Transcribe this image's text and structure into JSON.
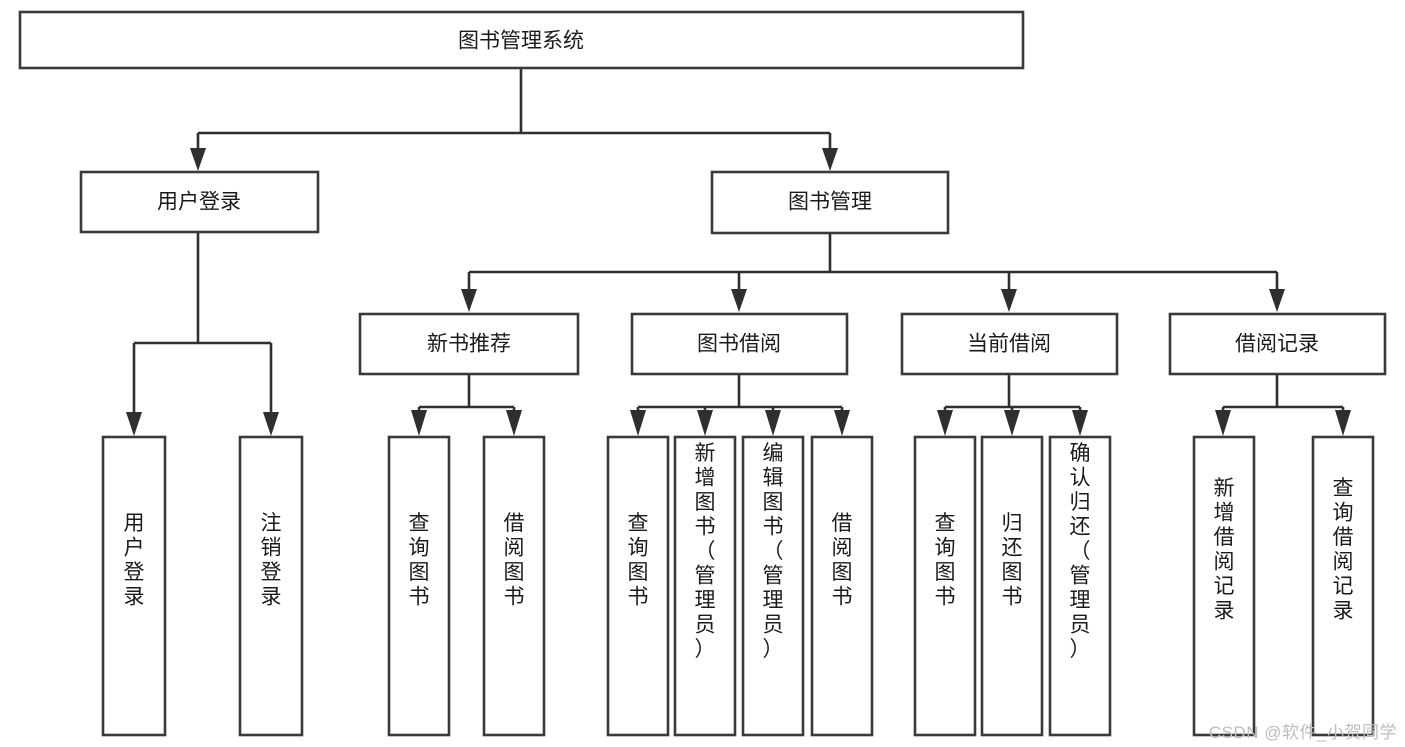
{
  "diagram": {
    "type": "hierarchy-tree",
    "title": "图书管理系统",
    "watermark": "CSDN @软件_小贺同学",
    "colors": {
      "background": "#ffffff",
      "box_stroke": "#3a3a3a",
      "connector": "#2f2f2f",
      "text": "#1b1b1b",
      "watermark": "#bdbdbd"
    },
    "levels": {
      "root": {
        "label": "图书管理系统"
      },
      "level1": [
        {
          "label": "用户登录"
        },
        {
          "label": "图书管理"
        }
      ],
      "level2": [
        {
          "label": "新书推荐",
          "parent": "图书管理"
        },
        {
          "label": "图书借阅",
          "parent": "图书管理"
        },
        {
          "label": "当前借阅",
          "parent": "图书管理"
        },
        {
          "label": "借阅记录",
          "parent": "图书管理"
        }
      ],
      "leaves": [
        {
          "label": "用户登录",
          "parent": "用户登录"
        },
        {
          "label": "注销登录",
          "parent": "用户登录"
        },
        {
          "label": "查询图书",
          "parent": "新书推荐"
        },
        {
          "label": "借阅图书",
          "parent": "新书推荐"
        },
        {
          "label": "查询图书",
          "parent": "图书借阅"
        },
        {
          "label": "新增图书（管理员）",
          "parent": "图书借阅"
        },
        {
          "label": "编辑图书（管理员）",
          "parent": "图书借阅"
        },
        {
          "label": "借阅图书",
          "parent": "图书借阅"
        },
        {
          "label": "查询图书",
          "parent": "当前借阅"
        },
        {
          "label": "归还图书",
          "parent": "当前借阅"
        },
        {
          "label": "确认归还（管理员）",
          "parent": "当前借阅"
        },
        {
          "label": "新增借阅记录",
          "parent": "借阅记录"
        },
        {
          "label": "查询借阅记录",
          "parent": "借阅记录"
        }
      ]
    }
  }
}
